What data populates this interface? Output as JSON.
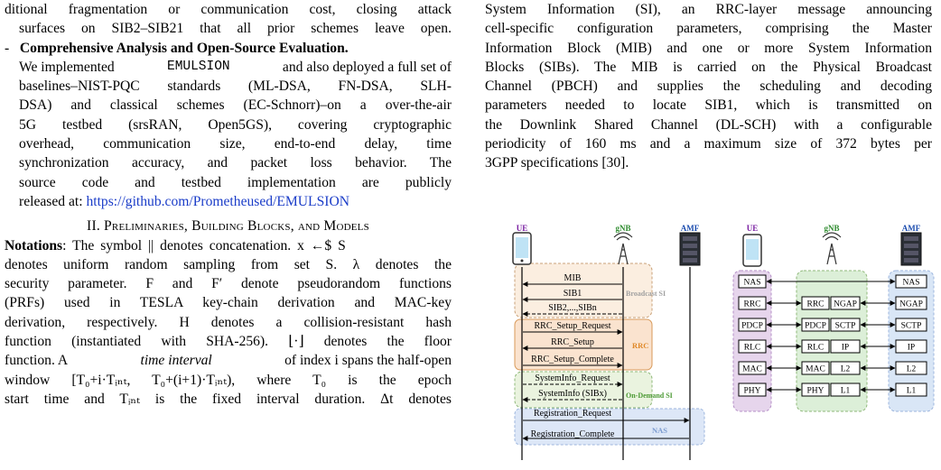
{
  "left_column": {
    "line1": "ditional fragmentation or communication cost, closing attack",
    "line2": "surfaces on SIB2–SIB21 that all prior schemes leave open.",
    "bullet_dash": "-",
    "bullet_title": "Comprehensive Analysis and Open-Source Evaluation.",
    "b_we": "We implemented",
    "b_name": "EMULSION",
    "b_rest1": "and also deployed a full set of",
    "b_line3": "baselines–NIST-PQC standards (ML-DSA, FN-DSA, SLH-",
    "b_line4": "DSA) and classical schemes (EC-Schnorr)–on a over-the-air",
    "b_line5": "5G testbed (srsRAN, Open5GS), covering cryptographic",
    "b_line6": "overhead, communication size, end-to-end delay, time",
    "b_line7": "synchronization accuracy, and packet loss behavior. The",
    "b_line8": "source code and testbed implementation are publicly",
    "b_line9_pre": "released at:",
    "b_link": "https://github.com/Prometheused/EMULSION",
    "section_heading": "II. Preliminaries, Building Blocks, and Models",
    "n_label": "Notations",
    "n1": ": The symbol || denotes concatenation. x ←$ S",
    "n2": "denotes uniform random sampling from set S. λ denotes the",
    "n3": "security parameter. F and F′ denote pseudorandom functions",
    "n4": "(PRFs) used in TESLA key-chain derivation and MAC-key",
    "n5": "derivation, respectively. H denotes a collision-resistant hash",
    "n6": "function (instantiated with SHA-256). ⌊·⌋ denotes the floor",
    "n7a": "function. A",
    "n7b": "time interval",
    "n7c": "of index i spans the half-open",
    "n8": "window [T₀+i·Tᵢₙₜ, T₀+(i+1)·Tᵢₙₜ), where T₀ is the epoch",
    "n9": "start time and Tᵢₙₜ is the fixed interval duration. Δt denotes"
  },
  "right_column": {
    "r1": "System Information (SI), an RRC-layer message announcing",
    "r2": "cell-specific configuration parameters, comprising the Master",
    "r3": "Information Block (MIB) and one or more System Information",
    "r4": "Blocks (SIBs). The MIB is carried on the Physical Broadcast",
    "r5": "Channel (PBCH) and supplies the scheduling and decoding",
    "r6": "parameters needed to locate SIB1, which is transmitted on",
    "r7": "the Downlink Shared Channel (DL-SCH) with a configurable",
    "r8": "periodicity of 160 ms and a maximum size of 372 bytes per",
    "r9": "3GPP specifications [30]."
  },
  "figure": {
    "ue": "UE",
    "gnb": "gNB",
    "amf": "AMF",
    "msg_mib": "MIB",
    "msg_sib1": "SIB1",
    "msg_sibn": "SIB2,...,SIBn",
    "broadcast": "Broadcast SI",
    "msg_setup_req": "RRC_Setup_Request",
    "msg_setup": "RRC_Setup",
    "msg_setup_comp": "RRC_Setup_Complete",
    "rrc_label": "RRC",
    "msg_si_req": "SystemInfo_Request",
    "msg_si": "SystemInfo (SIBx)",
    "ondemand": "On-Demand SI",
    "msg_reg_req": "Registration_Request",
    "msg_reg_comp": "Registration_Complete",
    "nas_label": "NAS",
    "ue_stack": [
      "NAS",
      "RRC",
      "PDCP",
      "RLC",
      "MAC",
      "PHY"
    ],
    "gnb_left": [
      "RRC",
      "PDCP",
      "RLC",
      "MAC",
      "PHY"
    ],
    "gnb_right": [
      "NGAP",
      "SCTP",
      "IP",
      "L2",
      "L1"
    ],
    "amf_stack": [
      "NAS",
      "NGAP",
      "SCTP",
      "IP",
      "L2",
      "L1"
    ],
    "colors": {
      "ue_stack": "#e6d5ec",
      "gnb_stack": "#dcefd8",
      "amf_stack": "#d9e6f6",
      "broadcast": "#fbeee0",
      "rrc": "#fae3cf",
      "ondemand": "#eaf3df",
      "nas": "#dde7f7",
      "ue_label": "#7a1fa2",
      "gnb_label": "#2e8b2e",
      "amf_label": "#1f4fb0"
    }
  }
}
